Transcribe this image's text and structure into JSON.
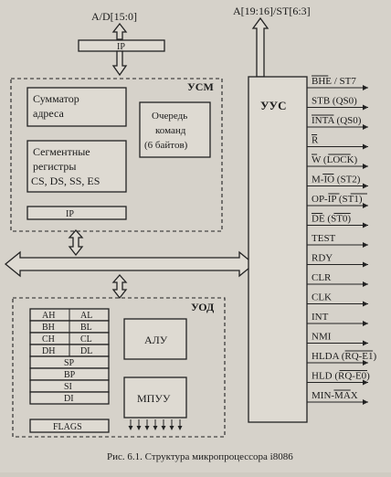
{
  "top": {
    "ad_bus_label": "A/D[15:0]",
    "a_st_label": "A[19:16]/ST[6:3]",
    "ip_top": "IP"
  },
  "usm": {
    "title": "УСМ",
    "adder": [
      "Сумматор",
      "адреса"
    ],
    "queue": [
      "Очередь",
      "команд",
      "(6 байтов)"
    ],
    "seg": [
      "Сегментные",
      "регистры",
      "CS, DS, SS, ES"
    ],
    "ip": "IP"
  },
  "uus": {
    "title": "УУС"
  },
  "signals": [
    {
      "label": "BHE / ST7",
      "bar": "BHE"
    },
    {
      "label": "STB (QS0)",
      "bar": ""
    },
    {
      "label": "INTA (QS0)",
      "bar": "INTA"
    },
    {
      "label": "R",
      "bar": "R"
    },
    {
      "label": "W (LOCK)",
      "bar": "W+LOCK"
    },
    {
      "label": "M-IO (ST2)",
      "bar": "IO"
    },
    {
      "label": "OP-IP (ST1)",
      "bar": "IP+ST1"
    },
    {
      "label": "DE (ST0)",
      "bar": "DE+ST0"
    },
    {
      "label": "TEST",
      "bar": ""
    },
    {
      "label": "RDY",
      "bar": ""
    },
    {
      "label": "CLR",
      "bar": ""
    },
    {
      "label": "CLK",
      "bar": ""
    },
    {
      "label": "INT",
      "bar": ""
    },
    {
      "label": "NMI",
      "bar": ""
    },
    {
      "label": "HLDA (RQ-E1)",
      "bar": "RQ-E1"
    },
    {
      "label": "HLD (RQ-E0)",
      "bar": "RQ-E0"
    },
    {
      "label": "MIN-MAX",
      "bar": "MAX"
    }
  ],
  "uod": {
    "title": "УОД",
    "regs_pair": [
      [
        "AH",
        "AL"
      ],
      [
        "BH",
        "BL"
      ],
      [
        "CH",
        "CL"
      ],
      [
        "DH",
        "DL"
      ]
    ],
    "regs_single": [
      "SP",
      "BP",
      "SI",
      "DI"
    ],
    "alu": "АЛУ",
    "mpuu": "МПУУ",
    "flags": "FLAGS"
  },
  "caption": "Рис. 6.1. Структура микропроцессора i8086"
}
